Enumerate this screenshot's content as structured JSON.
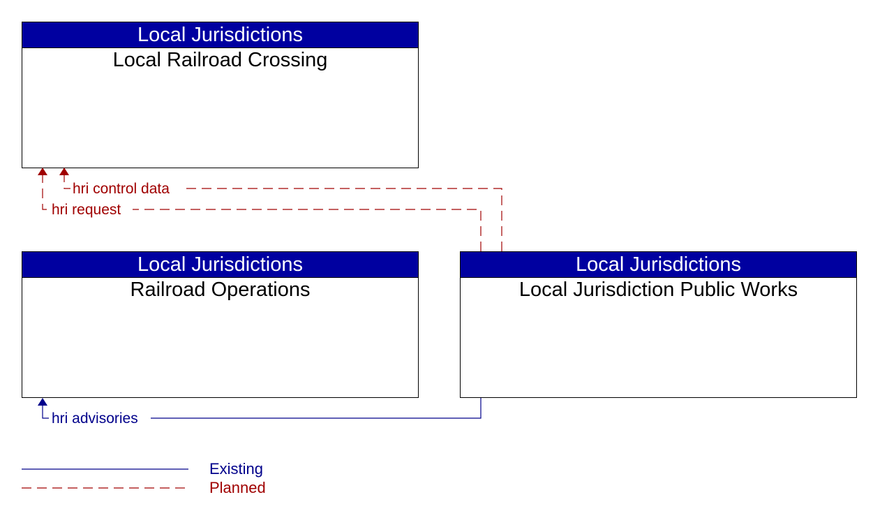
{
  "elements": {
    "local_railroad_crossing": {
      "group": "Local Jurisdictions",
      "name": "Local Railroad Crossing"
    },
    "railroad_operations": {
      "group": "Local Jurisdictions",
      "name": "Railroad Operations"
    },
    "local_jurisdiction_public_works": {
      "group": "Local Jurisdictions",
      "name": "Local Jurisdiction Public Works"
    }
  },
  "flows": {
    "hri_control_data": {
      "label": "hri control data",
      "status": "Planned"
    },
    "hri_request": {
      "label": "hri request",
      "status": "Planned"
    },
    "hri_advisories": {
      "label": "hri advisories",
      "status": "Existing"
    }
  },
  "legend": {
    "existing": {
      "label": "Existing",
      "color": "#00008b"
    },
    "planned": {
      "label": "Planned",
      "color": "#a00000"
    }
  },
  "colors": {
    "header_fill": "#0000a0",
    "existing": "#00008b",
    "planned": "#a00000"
  }
}
